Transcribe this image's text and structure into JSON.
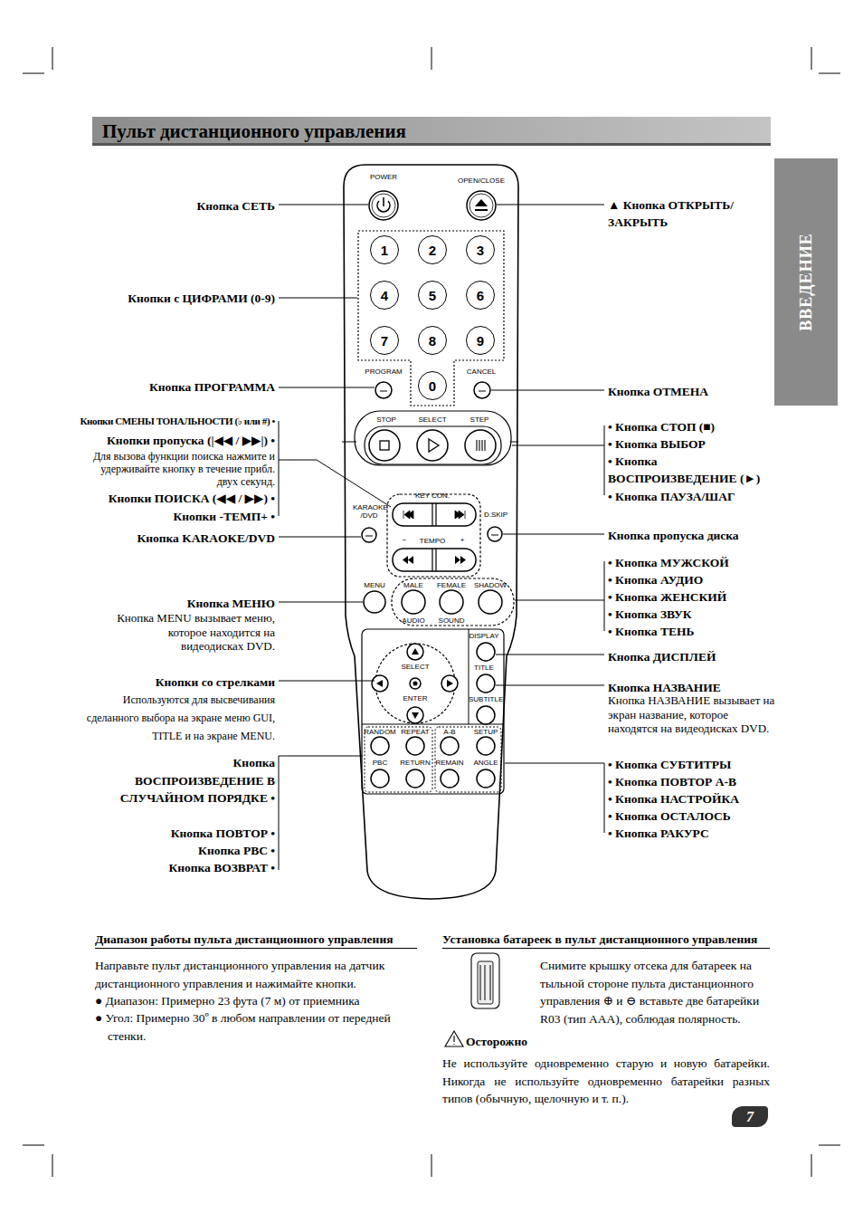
{
  "diagram": {
    "title": "Пульт дистанционного управления",
    "nodes": [
      {
        "text": [
          "1"
        ]
      },
      {
        "text": [
          "2"
        ]
      },
      {
        "text": [
          "3"
        ]
      },
      {
        "text": [
          "4"
        ]
      },
      {
        "text": [
          "5"
        ]
      },
      {
        "text": [
          "6"
        ]
      },
      {
        "text": [
          "7"
        ]
      },
      {
        "text": [
          "8"
        ]
      },
      {
        "text": [
          "9"
        ]
      },
      {
        "text": [
          "0"
        ]
      },
      {
        "text": [
          "ВВЕДЕНИЕ"
        ]
      },
      {
        "text": [
          "7"
        ]
      }
    ],
    "labels": [
      "Кнопка СЕТЬ",
      "Кнопки с ЦИФРАМИ (0-9)",
      "Кнопка ПРОГРАММА",
      "Кнопки СМЕНЫ ТОНАЛЬНОСТИ (♭ или #) •",
      "Кнопки пропуска (|◀◀ / ▶▶|) •",
      "Для вызова функции поиска нажмите и удерживайте кнопку в течение прибл. двух секунд.",
      "Кнопки ПОИСКА (◀◀ / ▶▶) •",
      "Кнопки -ТЕМП+ •",
      "Кнопка KARAOKE/DVD",
      "Кнопка МЕНЮ",
      "Кнопка MENU вызывает меню, которое находится на видеодисках DVD.",
      "Кнопки со стрелками",
      "Используются для высвечивания сделанного выбора на экране меню GUI, TITLE и на экране MENU.",
      "Кнопка ВОСПРОИЗВЕДЕНИЕ В СЛУЧАЙНОМ ПОРЯДКЕ •",
      "Кнопка ПОВТОР •",
      "Кнопка PBC •",
      "Кнопка ВОЗВРАТ •",
      "▲ Кнопка ОТКРЫТЬ/ ЗАКРЫТЬ",
      "Кнопка ОТМЕНА",
      "• Кнопка СТОП (■)",
      "• Кнопка ВЫБОР",
      "• Кнопка ВОСПРОИЗВЕДЕНИЕ (►)",
      "• Кнопка ПАУЗА/ШАГ",
      "Кнопка пропуска диска",
      "• Кнопка МУЖСКОЙ",
      "• Кнопка АУДИО",
      "• Кнопка ЖЕНСКИЙ",
      "• Кнопка ЗВУК",
      "• Кнопка ТЕНЬ",
      "Кнопка ДИСПЛЕЙ",
      "Кнопка НАЗВАНИЕ",
      "Кнопка НАЗВАНИЕ вызывает на экран название, которое находятся на видеодисках DVD.",
      "• Кнопка СУБТИТРЫ",
      "• Кнопка ПОВТОР A-B",
      "• Кнопка НАСТРОЙКА",
      "• Кнопка ОСТАЛОСЬ",
      "• Кнопка РАКУРС",
      "POWER",
      "OPEN/CLOSE",
      "PROGRAM",
      "CANCEL",
      "STOP",
      "SELECT",
      "STEP",
      "KEY CON.",
      "TEMPO",
      "KARAOKE /DVD",
      "D.SKIP",
      "MENU",
      "MALE",
      "FEMALE",
      "SHADOW",
      "AUDIO",
      "SOUND",
      "DISPLAY",
      "TITLE",
      "SELECT",
      "ENTER",
      "SUBTITLE",
      "RANDOM",
      "REPEAT",
      "A-B",
      "SETUP",
      "PBC",
      "RETURN",
      "REMAIN",
      "ANGLE",
      "−",
      "+",
      "Диапазон работы пульта дистанционного управления",
      "Направьте пульт дистанционного управления на датчик дистанционного управления и нажимайте кнопки.",
      "● Диапазон: Примерно 23 фута (7 м) от приемника",
      "● Угол: Примерно 30º в любом направлении от передней стенки.",
      "Установка батареек в пульт дистанционного управления",
      "Снимите крышку отсека для батареек на тыльной стороне пульта дистанционного управления ⊕ и ⊖ вставьте две батарейки R03 (тип AAA), соблюдая полярность.",
      "Осторожно",
      "Не используйте одновременно старую и новую батарейки. Никогда не используйте одновременно батарейки разных типов (обычную, щелочную и т. п.)."
    ]
  }
}
